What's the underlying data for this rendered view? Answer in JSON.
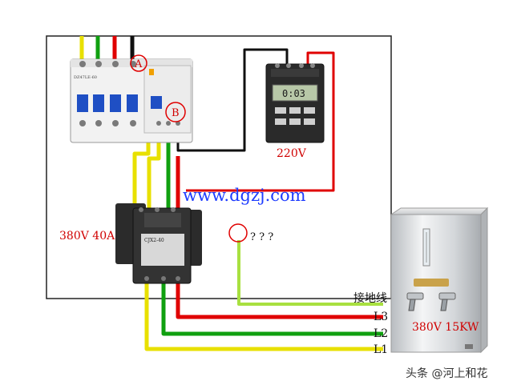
{
  "breaker": {
    "model_text": "DZ47LE-60",
    "marker_a": "A",
    "marker_b": "B"
  },
  "timer": {
    "display": "0:03",
    "voltage_label": "220V"
  },
  "website": "www.dgzj.com",
  "contactor": {
    "label": "380V 40A",
    "model_text": "CJX2-40"
  },
  "ground_question": "? ? ?",
  "heater": {
    "label": "380V 15KW"
  },
  "lines": {
    "ground": "接地线",
    "l3": "L3",
    "l2": "L2",
    "l1": "L1"
  },
  "watermark": "头条 @河上和花",
  "colors": {
    "yellow": "#e8e000",
    "green": "#10a010",
    "red": "#e00000",
    "black": "#101010",
    "blue_text": "#1e3cff",
    "label_red": "#d00000"
  }
}
